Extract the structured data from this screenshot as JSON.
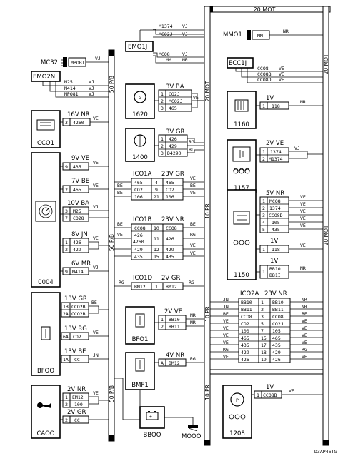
{
  "ribbons": {
    "top": "20 MOT",
    "right": "20 MOT",
    "left_a": "50 P/B",
    "left_b": "50 P/B",
    "left_c": "50 P/B",
    "mid_a": "20 MOT",
    "mid_b": "10 PR",
    "mid_c": "10 PR",
    "mid_d": "10 PR"
  },
  "components": {
    "mc32": {
      "label": "MC32",
      "plate": "MPOBl",
      "wire": "VJ"
    },
    "emo1j": {
      "label": "EMO1J",
      "wires": [
        [
          "M1374",
          "VJ"
        ],
        [
          "MCO2J",
          "VJ"
        ],
        [
          "MCO8",
          "VJ"
        ],
        [
          "MM",
          "NR"
        ]
      ]
    },
    "mm01": {
      "label": "MMO1",
      "plate": "MM",
      "wire": "NR"
    },
    "emo2n": {
      "label": "EMO2N",
      "wires": [
        [
          "M25",
          "VJ"
        ],
        [
          "M414",
          "VJ"
        ],
        [
          "MPO81",
          "VJ"
        ]
      ]
    },
    "ecc1j": {
      "label": "ECC1J",
      "wires": [
        [
          "CCO8",
          "VE"
        ],
        [
          "CCO8B",
          "VE"
        ],
        [
          "CCO8D",
          "VE"
        ]
      ]
    },
    "c1620": {
      "id": "1620",
      "conn": "3V BA",
      "rows": [
        [
          "1",
          "CO2J"
        ],
        [
          "2",
          "MCO2J"
        ],
        [
          "3",
          "465"
        ]
      ],
      "wire": "VE"
    },
    "c1400": {
      "id": "1400",
      "conn": "3V GR",
      "rows": [
        [
          "1",
          "426"
        ],
        [
          "2",
          "429"
        ],
        [
          "3",
          "D4290"
        ]
      ],
      "wires": [
        "RG",
        "BL"
      ]
    },
    "c1160": {
      "id": "1160",
      "conn": "1V",
      "rows": [
        [
          "1",
          "118"
        ]
      ],
      "wire": "NR"
    },
    "c1157": {
      "id": "1157",
      "conn": "2V VE",
      "rows": [
        [
          "1",
          "1374"
        ],
        [
          "2",
          "M1374"
        ]
      ],
      "wire": "VJ"
    },
    "cc01": {
      "id": "CCO1",
      "conn": "16V NR",
      "rows": [
        [
          "3",
          "4260"
        ]
      ],
      "wire": "VE"
    },
    "c0004": {
      "id": "0004",
      "groups": [
        {
          "conn": "9V VE",
          "rows": [
            [
              "9",
              "435"
            ]
          ],
          "wire": "VE"
        },
        {
          "conn": "7V BE",
          "rows": [
            [
              "2",
              "465"
            ]
          ],
          "wire": "VE"
        },
        {
          "conn": "10V BA",
          "rows": [
            [
              "3",
              "M25"
            ],
            [
              "7",
              "CO28"
            ]
          ],
          "wire": "VJ"
        },
        {
          "conn": "8V JN",
          "rows": [
            [
              "1",
              "426"
            ],
            [
              "2",
              "429"
            ]
          ],
          "wire": "VE"
        },
        {
          "conn": "6V MR",
          "rows": [
            [
              "9",
              "M414"
            ]
          ],
          "wire": "VJ"
        }
      ]
    },
    "ic01a": {
      "label": "ICO1A",
      "conn": "23V GR",
      "rows": [
        [
          "465",
          "4",
          "465"
        ],
        [
          "CO2",
          "9",
          "CO2"
        ],
        [
          "106",
          "21",
          "106"
        ]
      ],
      "wires": [
        "VE",
        "BE",
        "VE"
      ]
    },
    "ic01b": {
      "label": "ICO1B",
      "conn": "23V NR",
      "rows": [
        [
          "CCO8",
          "10",
          "CCO8"
        ],
        [
          "426",
          "11",
          "426"
        ],
        [
          "4260",
          "",
          ""
        ],
        [
          "429",
          "12",
          "429"
        ],
        [
          "435",
          "15",
          "435"
        ]
      ],
      "wires": [
        "BE",
        "RG",
        "VE",
        "VE"
      ]
    },
    "ic01d": {
      "label": "ICO1D",
      "conn": "2V GR",
      "rows": [
        [
          "BM12",
          "1",
          "BM12"
        ]
      ],
      "wire": "RG"
    },
    "c1150": {
      "id": "1150",
      "groups": [
        {
          "conn": "5V NR",
          "rows": [
            [
              "1",
              "MCO8"
            ],
            [
              "2",
              "1374"
            ],
            [
              "3",
              "CCO8D"
            ],
            [
              "4",
              "105"
            ],
            [
              "5",
              "435"
            ]
          ],
          "wires": [
            "VE",
            "VE",
            "VE",
            "VE",
            "VE"
          ]
        },
        {
          "conn": "1V",
          "rows": [
            [
              "1",
              "118"
            ]
          ],
          "wire": "VE"
        },
        {
          "conn": "1V",
          "rows": [
            [
              "1",
              "BB10"
            ],
            [
              "",
              "BB1I"
            ]
          ],
          "wire": "NR"
        }
      ]
    },
    "bf00": {
      "id": "BFOO",
      "groups": [
        {
          "conn": "13V GR",
          "rows": [
            [
              "1B",
              "CCO2B"
            ],
            [
              "2A",
              "CCO2B"
            ]
          ],
          "wire": "BE"
        },
        {
          "conn": "13V RG",
          "rows": [
            [
              "6A",
              "CO2"
            ]
          ],
          "wire": "VE"
        },
        {
          "conn": "13V BE",
          "rows": [
            [
              "1A",
              "CC"
            ]
          ],
          "wire": "JN"
        }
      ]
    },
    "bf01": {
      "id": "BFO1",
      "conn": "2V VE",
      "rows": [
        [
          "1",
          "BB10"
        ],
        [
          "2",
          "BB11"
        ]
      ],
      "wires": [
        "NR",
        "NR"
      ]
    },
    "bmf1": {
      "id": "BMF1",
      "conn": "4V NR",
      "rows": [
        [
          "A",
          "BM12"
        ]
      ],
      "wire": "RG"
    },
    "ic02a": {
      "label": "ICO2A",
      "conn": "23V NR",
      "rows": [
        [
          "JN",
          "BB10",
          "1",
          "BB10",
          "NR"
        ],
        [
          "JN",
          "BB11",
          "2",
          "BB11",
          "NR"
        ],
        [
          "BE",
          "CCO8",
          "3",
          "CCO8",
          "BE"
        ],
        [
          "VE",
          "CO2",
          "5",
          "CO2J",
          "VE"
        ],
        [
          "VE",
          "100",
          "7",
          "105",
          "VE"
        ],
        [
          "VE",
          "465",
          "15",
          "465",
          "VE"
        ],
        [
          "VE",
          "435",
          "17",
          "435",
          "VE"
        ],
        [
          "RG",
          "429",
          "18",
          "429",
          "RG"
        ],
        [
          "VE",
          "426",
          "19",
          "426",
          "VE"
        ]
      ]
    },
    "ca00": {
      "id": "CAOO",
      "groups": [
        {
          "conn": "2V NR",
          "rows": [
            [
              "1",
              "EM12"
            ],
            [
              "2",
              "100"
            ]
          ],
          "wire": "VE"
        },
        {
          "conn": "2V GR",
          "rows": [
            [
              "2",
              "CC"
            ]
          ],
          "wire": ""
        }
      ]
    },
    "c1208": {
      "id": "1208",
      "conn": "1V",
      "rows": [
        [
          "1",
          "CCO8B"
        ]
      ],
      "wire": "VE"
    },
    "bb00": {
      "id": "BBOO"
    },
    "m000": {
      "id": "MOOO"
    }
  },
  "footer": {
    "ref": "D3AP46TG"
  }
}
